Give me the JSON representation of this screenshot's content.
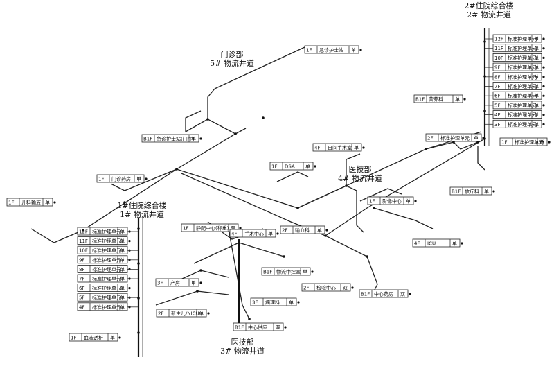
{
  "shafts": [
    {
      "id": "s2",
      "building": "2#住院综合楼",
      "name": "2# 物流井道"
    },
    {
      "id": "s5",
      "building": "门诊部",
      "name": "5# 物流井道"
    },
    {
      "id": "s4",
      "building": "医技部",
      "name": "4# 物流井道"
    },
    {
      "id": "s1",
      "building": "1#住院综合楼",
      "name": "1# 物流井道"
    },
    {
      "id": "s3",
      "building": "医技部",
      "name": "3# 物流井道"
    }
  ],
  "stations_s2": [
    {
      "floor": "12F",
      "name": "标准护理单元",
      "mode": "单"
    },
    {
      "floor": "11F",
      "name": "标准护理单元",
      "mode": "单"
    },
    {
      "floor": "10F",
      "name": "标准护理单元",
      "mode": "单"
    },
    {
      "floor": "9F",
      "name": "标准护理单元",
      "mode": "单"
    },
    {
      "floor": "8F",
      "name": "标准护理单元",
      "mode": "单"
    },
    {
      "floor": "7F",
      "name": "标准护理单元",
      "mode": "单"
    },
    {
      "floor": "6F",
      "name": "标准护理单元",
      "mode": "单"
    },
    {
      "floor": "5F",
      "name": "标准护理单元",
      "mode": "单"
    },
    {
      "floor": "4F",
      "name": "标准护理单元",
      "mode": "单"
    },
    {
      "floor": "3F",
      "name": "标准护理单元",
      "mode": "单"
    }
  ],
  "stations_s1": [
    {
      "floor": "12F",
      "name": "标准护理单元",
      "mode": "单"
    },
    {
      "floor": "11F",
      "name": "标准护理单元",
      "mode": "单"
    },
    {
      "floor": "10F",
      "name": "标准护理单元",
      "mode": "单"
    },
    {
      "floor": "9F",
      "name": "标准护理单元",
      "mode": "单"
    },
    {
      "floor": "8F",
      "name": "标准护理单元",
      "mode": "单"
    },
    {
      "floor": "7F",
      "name": "标准护理单元",
      "mode": "单"
    },
    {
      "floor": "6F",
      "name": "标准护理单元",
      "mode": "单"
    },
    {
      "floor": "5F",
      "name": "标准护理单元",
      "mode": "单"
    },
    {
      "floor": "4F",
      "name": "标准护理单元",
      "mode": "单"
    }
  ],
  "stations_misc": [
    {
      "id": "ji",
      "floor": "1F",
      "name": "急诊护士站",
      "mode": "单"
    },
    {
      "id": "b1ji",
      "floor": "B1F",
      "name": "急诊护士站(门厅)",
      "mode": "单"
    },
    {
      "id": "yy",
      "floor": "B1F",
      "name": "营养科",
      "mode": "单"
    },
    {
      "id": "bz2",
      "floor": "2F",
      "name": "标准护理单元",
      "mode": "单"
    },
    {
      "id": "bz1",
      "floor": "1F",
      "name": "标准护理单元",
      "mode": "单"
    },
    {
      "id": "ls",
      "floor": "B1F",
      "name": "放疗科",
      "mode": "单"
    },
    {
      "id": "rj",
      "floor": "4F",
      "name": "日间手术室",
      "mode": "单"
    },
    {
      "id": "dsa",
      "floor": "1F",
      "name": "DSA",
      "mode": "单"
    },
    {
      "id": "mz",
      "floor": "1F",
      "name": "门诊药房",
      "mode": "单"
    },
    {
      "id": "ek",
      "floor": "1F",
      "name": "儿科输液",
      "mode": "单"
    },
    {
      "id": "yx",
      "floor": "1F",
      "name": "影像中心",
      "mode": "单"
    },
    {
      "id": "icu",
      "floor": "4F",
      "name": "ICU",
      "mode": "单"
    },
    {
      "id": "jp",
      "floor": "1F",
      "name": "静配中心(称重)",
      "mode": "双"
    },
    {
      "id": "ss",
      "floor": "4F",
      "name": "手术中心",
      "mode": "单"
    },
    {
      "id": "sx",
      "floor": "2F",
      "name": "输血科",
      "mode": "单"
    },
    {
      "id": "wl",
      "floor": "B1F",
      "name": "物流中控室",
      "mode": "单"
    },
    {
      "id": "jy",
      "floor": "2F",
      "name": "检验中心",
      "mode": "双"
    },
    {
      "id": "zy",
      "floor": "B1F",
      "name": "中心药房",
      "mode": "双"
    },
    {
      "id": "cf",
      "floor": "3F",
      "name": "产房",
      "mode": "单"
    },
    {
      "id": "bl",
      "floor": "3F",
      "name": "病理科",
      "mode": "单"
    },
    {
      "id": "xs",
      "floor": "2F",
      "name": "新生儿/NICU",
      "mode": "单"
    },
    {
      "id": "gy",
      "floor": "B1F",
      "name": "中心供应",
      "mode": "双"
    },
    {
      "id": "xt",
      "floor": "1F",
      "name": "血液透析",
      "mode": "单"
    }
  ]
}
